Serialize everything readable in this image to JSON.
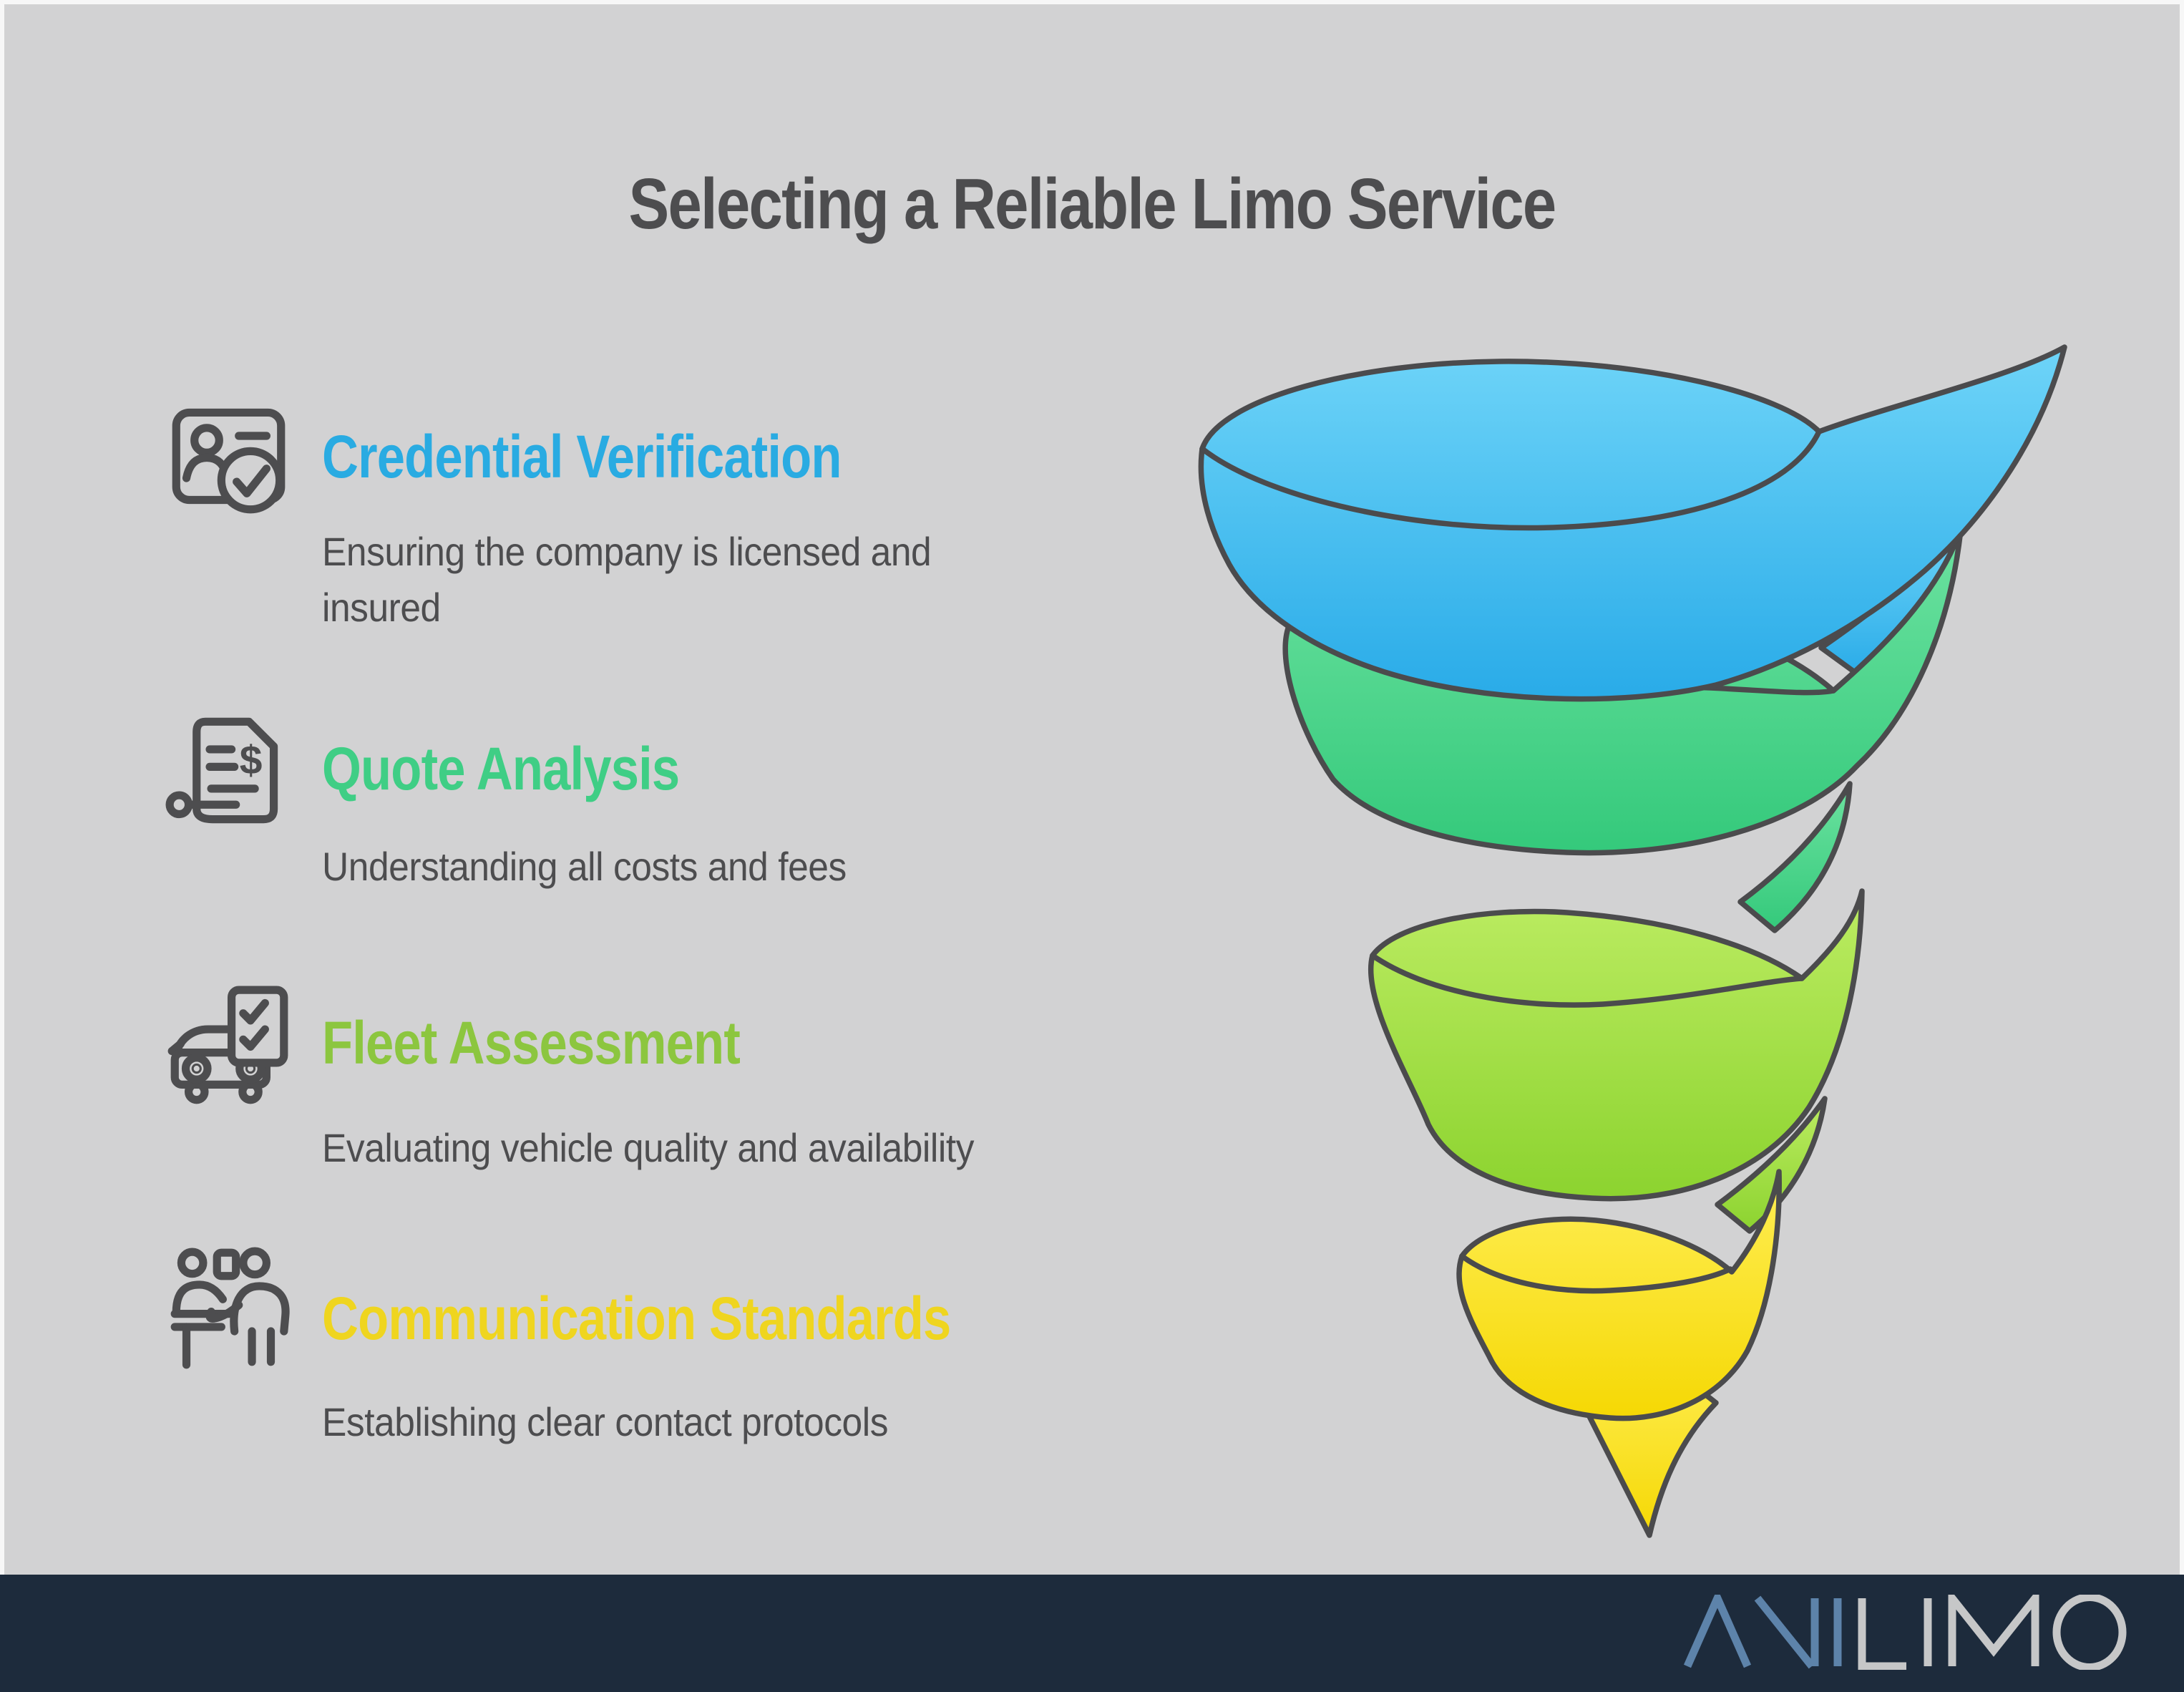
{
  "title": "Selecting a Reliable Limo Service",
  "items": [
    {
      "heading": "Credential Verification",
      "description": [
        "Ensuring the company is licensed and",
        "insured"
      ],
      "color": "#29abe2",
      "icon": "id-card-check-icon"
    },
    {
      "heading": "Quote Analysis",
      "description": [
        "Understanding all costs and fees"
      ],
      "color": "#3fce85",
      "icon": "invoice-dollar-icon"
    },
    {
      "heading": "Fleet Assessment",
      "description": [
        "Evaluating vehicle quality and availability"
      ],
      "color": "#8cc63f",
      "icon": "car-checklist-icon"
    },
    {
      "heading": "Communication Standards",
      "description": [
        "Establishing clear contact protocols"
      ],
      "color": "#efd51f",
      "icon": "people-conversation-icon"
    }
  ],
  "funnel": {
    "type": "spiral-funnel",
    "layers": [
      {
        "order": 1,
        "color_top": "#6ed4f8",
        "color_bottom": "#29abe8"
      },
      {
        "order": 2,
        "color_top": "#6ce2a0",
        "color_bottom": "#34c97b"
      },
      {
        "order": 3,
        "color_top": "#bcec62",
        "color_bottom": "#8cd32f"
      },
      {
        "order": 4,
        "color_top": "#ffee55",
        "color_bottom": "#f5d804"
      }
    ]
  },
  "footer": {
    "logo_segments": [
      {
        "text": "ANI",
        "color": "#5d83aa"
      },
      {
        "text": "LIMO",
        "color": "#c6c7c8"
      }
    ]
  },
  "theme": {
    "page_bg": "#f7f7f7",
    "canvas_bg": "#d2d2d3",
    "outline": "#4b4b4d",
    "text_dark": "#4d4d4f",
    "footer_bg": "#1d2b3c"
  }
}
